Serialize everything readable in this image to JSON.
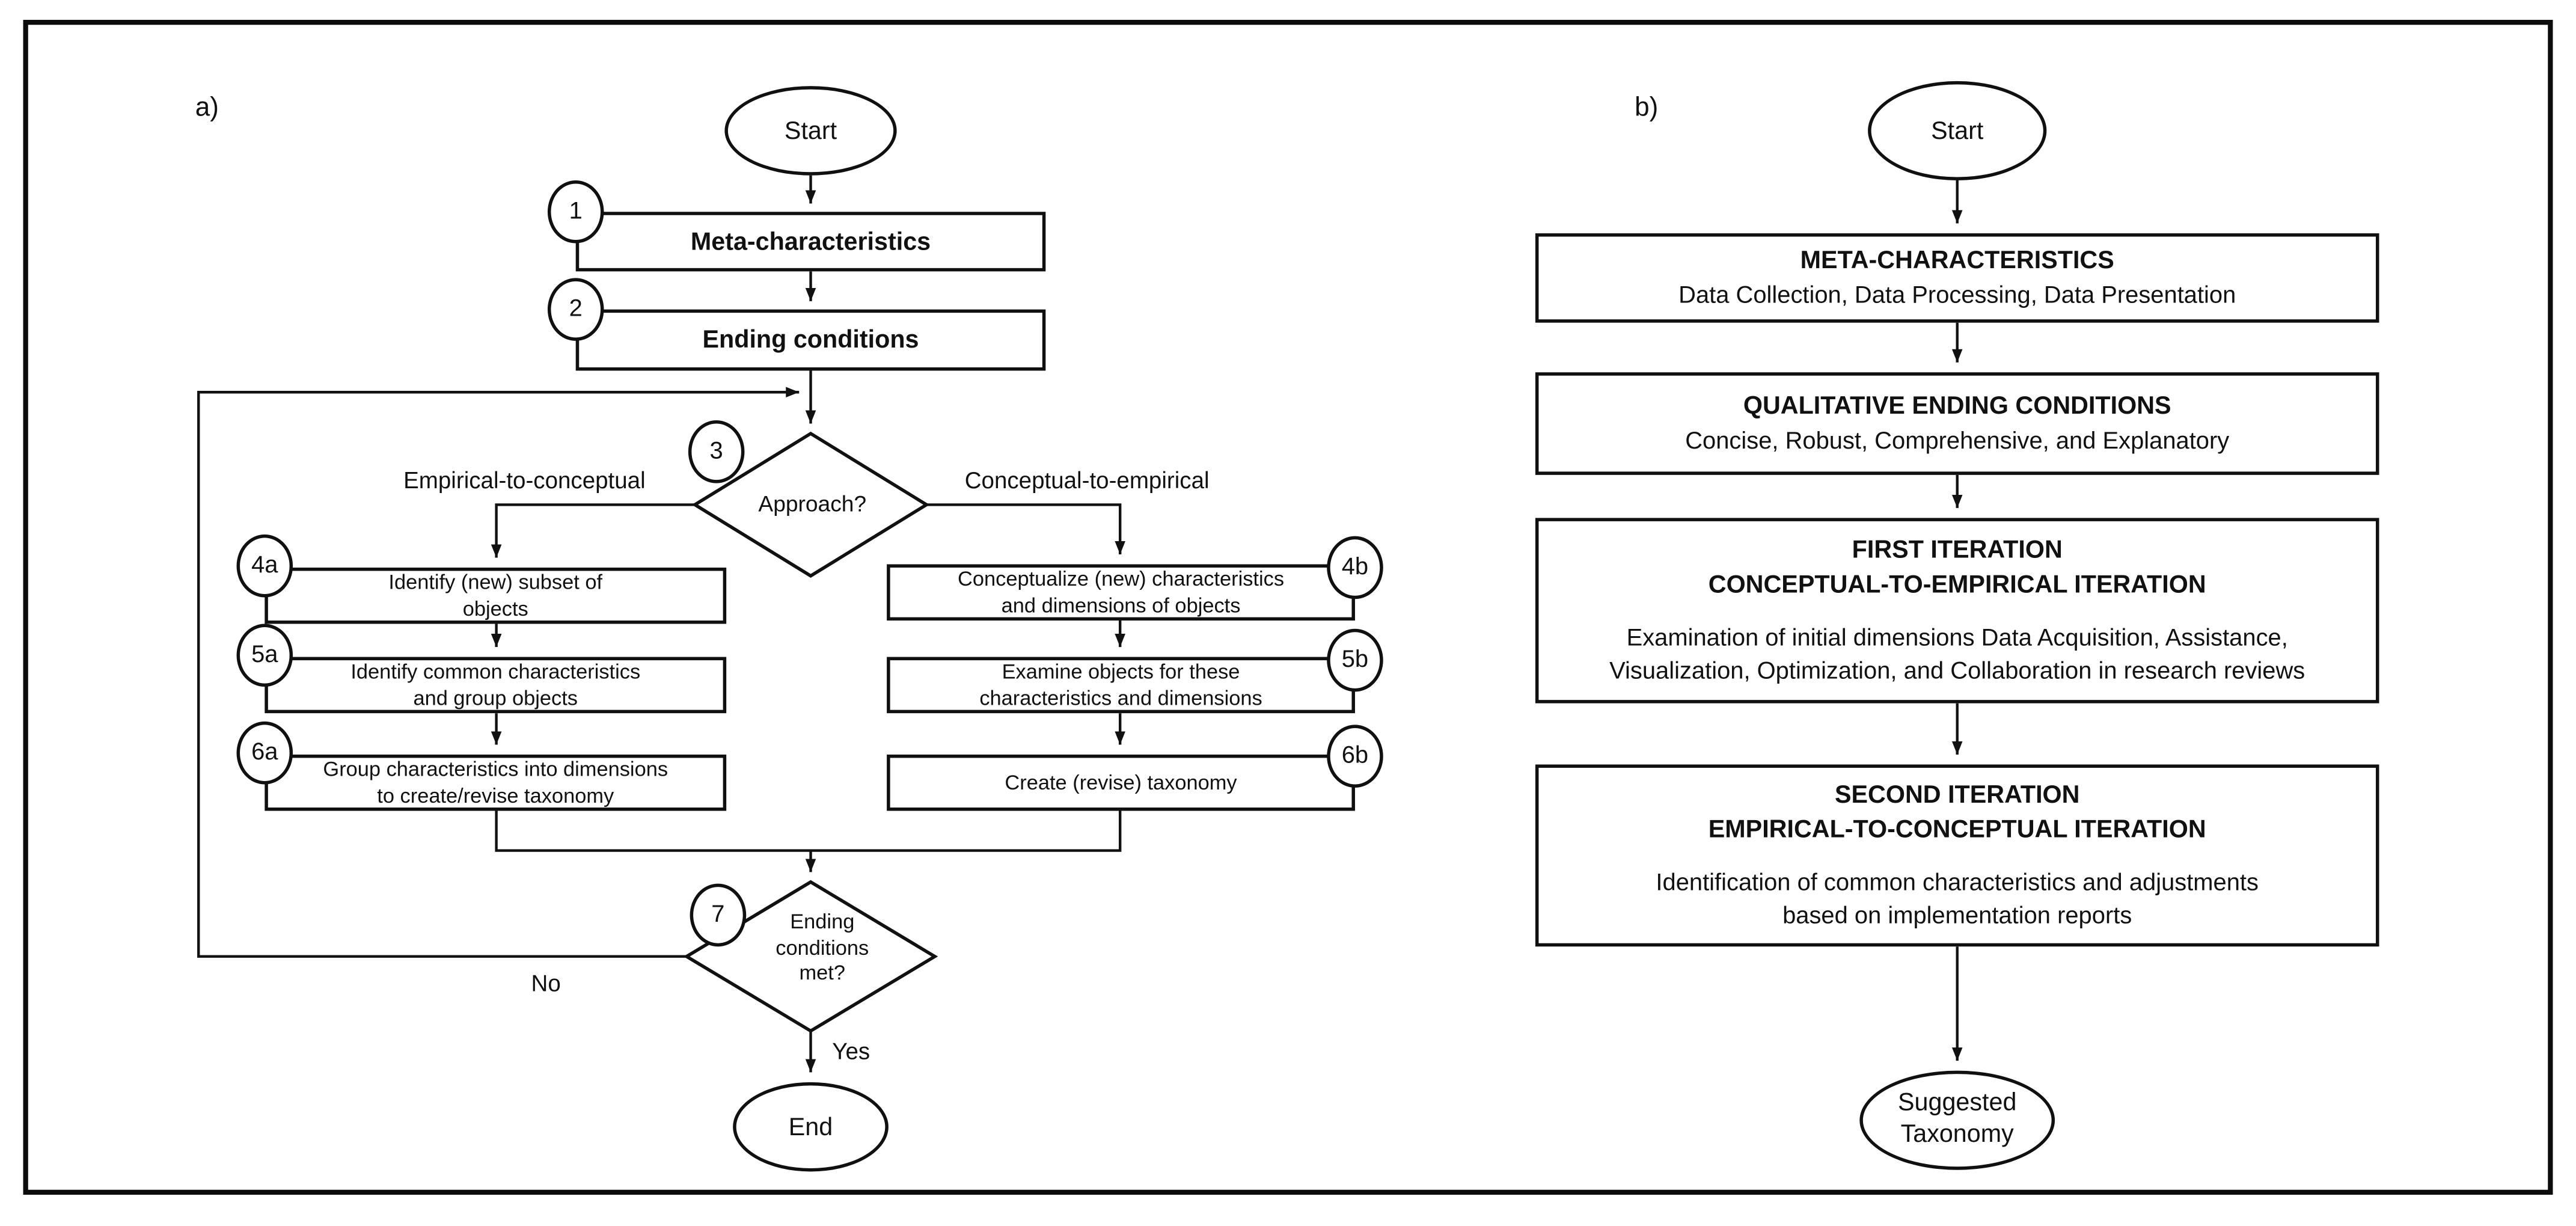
{
  "panel_a": {
    "label": "a)",
    "start_label": "Start",
    "step1": {
      "num": "1",
      "text": "Meta-characteristics"
    },
    "step2": {
      "num": "2",
      "text": "Ending conditions"
    },
    "decision3": {
      "num": "3",
      "text": "Approach?"
    },
    "branch_left": "Empirical-to-conceptual",
    "branch_right": "Conceptual-to-empirical",
    "step4a": {
      "num": "4a",
      "text": "Identify (new) subset of\nobjects"
    },
    "step5a": {
      "num": "5a",
      "text": "Identify common characteristics\nand group objects"
    },
    "step6a": {
      "num": "6a",
      "text": "Group characteristics into dimensions\nto create/revise taxonomy"
    },
    "step4b": {
      "num": "4b",
      "text": "Conceptualize (new) characteristics\nand dimensions of objects"
    },
    "step5b": {
      "num": "5b",
      "text": "Examine objects for these\ncharacteristics and dimensions"
    },
    "step6b": {
      "num": "6b",
      "text": "Create (revise) taxonomy"
    },
    "decision7": {
      "num": "7",
      "text": "Ending\nconditions\nmet?"
    },
    "no_label": "No",
    "yes_label": "Yes",
    "end_label": "End"
  },
  "panel_b": {
    "label": "b)",
    "start_label": "Start",
    "meta": {
      "title": "META-CHARACTERISTICS",
      "body": "Data Collection, Data Processing, Data Presentation"
    },
    "ending": {
      "title": "QUALITATIVE ENDING CONDITIONS",
      "body": "Concise, Robust, Comprehensive, and Explanatory"
    },
    "first_iteration": {
      "title_line1": "FIRST ITERATION",
      "title_line2": "CONCEPTUAL-TO-EMPIRICAL ITERATION",
      "body": "Examination of initial dimensions Data Acquisition, Assistance,\nVisualization, Optimization, and Collaboration in research reviews"
    },
    "second_iteration": {
      "title_line1": "SECOND ITERATION",
      "title_line2": "EMPIRICAL-TO-CONCEPTUAL ITERATION",
      "body": "Identification of common characteristics and adjustments\nbased on implementation reports"
    },
    "end_label": "Suggested\nTaxonomy"
  },
  "colors": {
    "ink": "#111111",
    "background": "#ffffff"
  }
}
